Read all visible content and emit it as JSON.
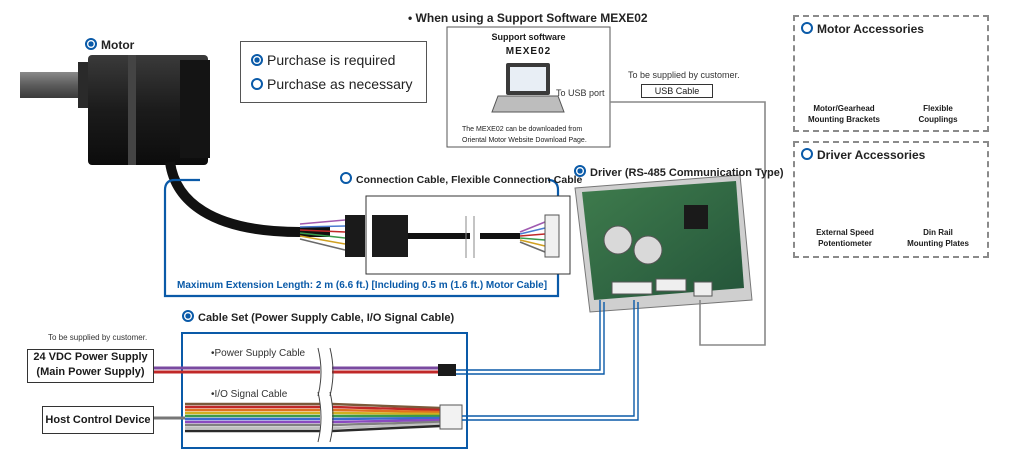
{
  "motor": {
    "label": "Motor"
  },
  "legend": {
    "required": "Purchase is required",
    "necessary": "Purchase as necessary"
  },
  "support_software": {
    "heading": "When using a Support Software MEXE02",
    "title": "Support software",
    "name": "MEXE02",
    "note_line1": "The MEXE02 can be downloaded from",
    "note_line2": "Oriental Motor Website Download Page.",
    "usb_port": "To USB port",
    "supplied_by_customer": "To be supplied by customer.",
    "usb_cable": "USB Cable"
  },
  "motor_accessories": {
    "title": "Motor Accessories",
    "items": [
      {
        "line1": "Motor/Gearhead",
        "line2": "Mounting Brackets"
      },
      {
        "line1": "Flexible",
        "line2": "Couplings"
      }
    ]
  },
  "driver_accessories": {
    "title": "Driver Accessories",
    "items": [
      {
        "line1": "External Speed",
        "line2": "Potentiometer"
      },
      {
        "line1": "Din Rail",
        "line2": "Mounting Plates"
      }
    ]
  },
  "connection_cable": {
    "label": "Connection Cable, Flexible Connection Cable",
    "max_extension": "Maximum Extension Length: 2 m (6.6 ft.) [Including 0.5 m (1.6 ft.) Motor Cable]"
  },
  "driver": {
    "label": "Driver (RS-485 Communication Type)"
  },
  "cable_set": {
    "label": "Cable Set (Power Supply Cable, I/O Signal Cable)",
    "power_cable": "Power Supply Cable",
    "io_cable": "I/O Signal Cable"
  },
  "power_supply": {
    "supplied_by_customer": "To be supplied by customer.",
    "line1": "24 VDC Power Supply",
    "line2": "(Main Power Supply)"
  },
  "host": {
    "label": "Host Control Device"
  },
  "colors": {
    "accent": "#0a5aa8",
    "border_gray": "#8a8a8a",
    "board_green": "#2f6b3e"
  }
}
